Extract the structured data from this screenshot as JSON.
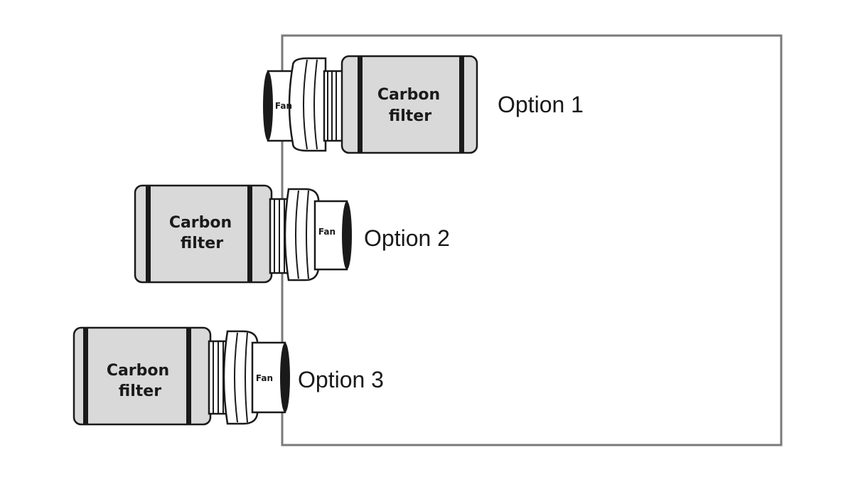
{
  "labels": {
    "filter_line1": "Carbon",
    "filter_line2": "filter",
    "fan": "Fan",
    "option1": "Option 1",
    "option2": "Option 2",
    "option3": "Option 3"
  },
  "colors": {
    "room_border": "#7a7a7a",
    "filter_fill": "#d9d9d9",
    "outline": "#1a1a1a"
  }
}
